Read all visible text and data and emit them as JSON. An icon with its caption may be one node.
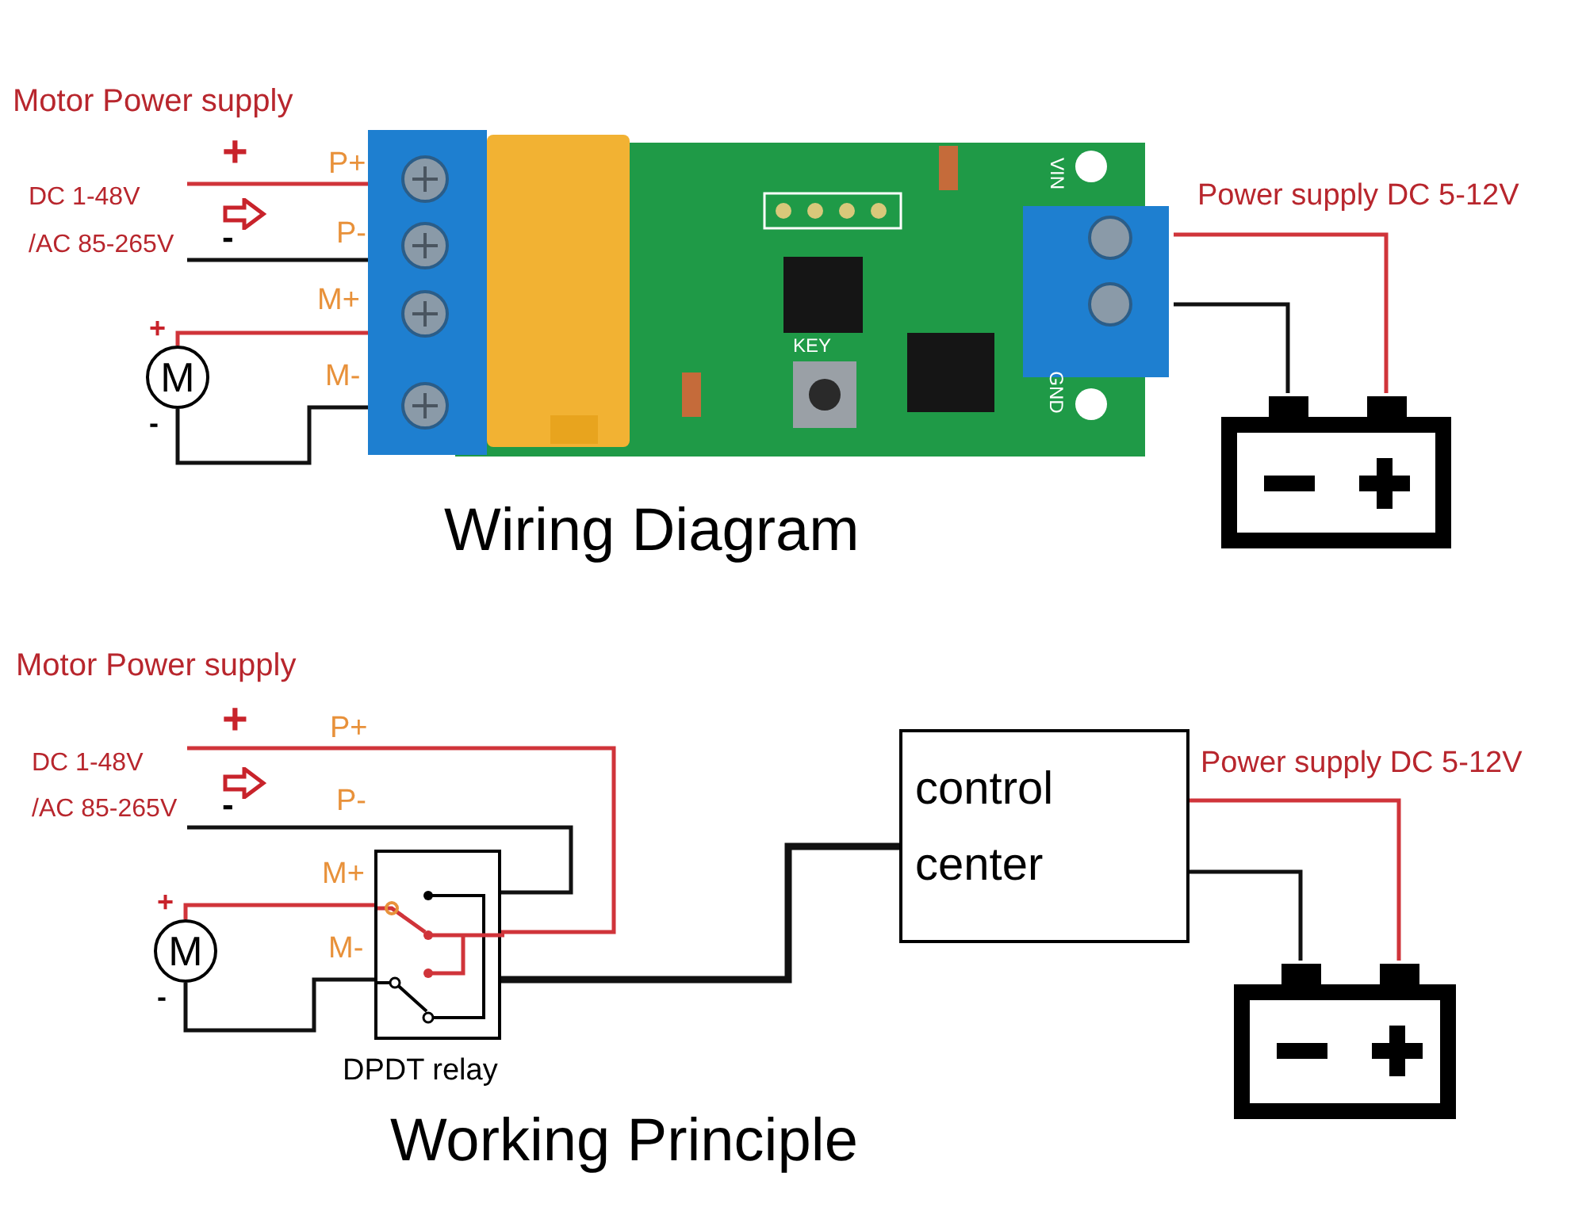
{
  "diagram": {
    "nodes": [
      {
        "text": [
          "M"
        ],
        "beside": [
          "+",
          "-"
        ]
      },
      {
        "text": [],
        "shape": "picture"
      },
      {
        "text": [],
        "shape": "picture"
      },
      {
        "text": [
          "DPDT relay"
        ]
      },
      {
        "text": [
          "control center"
        ]
      },
      {
        "text": [
          "M"
        ],
        "beside": [
          "+",
          "-"
        ]
      },
      {
        "text": [],
        "shape": "picture"
      }
    ],
    "edges": [
      {
        "from": null,
        "to": 1,
        "arrow": "none",
        "color": "#d0343a"
      },
      {
        "from": null,
        "to": 1,
        "arrow": "none"
      },
      {
        "from": 0,
        "to": 1,
        "arrow": "none",
        "color": "#d0343a"
      },
      {
        "from": 0,
        "to": 1,
        "arrow": "none"
      },
      {
        "from": 1,
        "to": 2,
        "arrow": "none",
        "color": "#d0343a"
      },
      {
        "from": 1,
        "to": 2,
        "arrow": "none"
      },
      {
        "from": null,
        "to": 3,
        "arrow": "none",
        "color": "#d0343a"
      },
      {
        "from": null,
        "to": 3,
        "arrow": "none"
      },
      {
        "from": 5,
        "to": 3,
        "arrow": "none",
        "color": "#d0343a"
      },
      {
        "from": 5,
        "to": 3,
        "arrow": "none"
      },
      {
        "from": 3,
        "to": 4,
        "arrow": "none",
        "style": "thick"
      },
      {
        "from": 4,
        "to": 6,
        "arrow": "none",
        "color": "#d0343a"
      },
      {
        "from": 4,
        "to": 6,
        "arrow": "none"
      }
    ],
    "labels": [
      "Motor Power supply",
      "+",
      "DC 1-48V",
      "/AC 85-265V",
      "-",
      "P+",
      "P-",
      "M+",
      "M-",
      "KEY",
      "VIN",
      "GND",
      "Power supply DC 5-12V",
      "Wiring Diagram",
      "Motor Power supply",
      "+",
      "DC 1-48V",
      "/AC 85-265V",
      "-",
      "P+",
      "P-",
      "M+",
      "M-",
      "Power supply DC 5-12V",
      "Working Principle"
    ]
  }
}
